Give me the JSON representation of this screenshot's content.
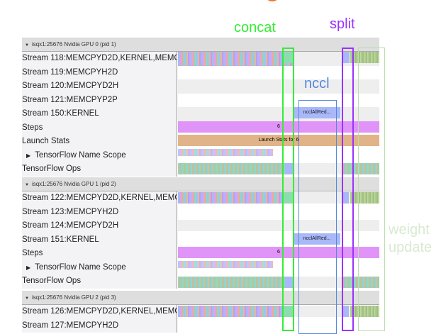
{
  "groups": [
    {
      "header": "isqx1:25676 Nvidia GPU 0 (pid 1)",
      "rows": [
        "Stream 118:MEMCPYD2D,KERNEL,MEMCPY",
        "Stream 119:MEMCPYH2D",
        "Stream 120:MEMCPYD2H",
        "Stream 121:MEMCPYP2P",
        "Stream 150:KERNEL",
        "Steps",
        "Launch Stats",
        "TensorFlow Name Scope",
        "TensorFlow Ops"
      ]
    },
    {
      "header": "isqx1:25676 Nvidia GPU 1 (pid 2)",
      "rows": [
        "Stream 122:MEMCPYD2D,KERNEL,MEMCPY",
        "Stream 123:MEMCPYH2D",
        "Stream 124:MEMCPYD2H",
        "Stream 151:KERNEL",
        "Steps",
        "TensorFlow Name Scope",
        "TensorFlow Ops"
      ]
    },
    {
      "header": "isqx1:25676 Nvidia GPU 2 (pid 3)",
      "rows": [
        "Stream 126:MEMCPYD2D,KERNEL,MEMCPY",
        "Stream 127:MEMCPYH2D"
      ]
    }
  ],
  "events": {
    "nccl": "ncclAllRed...",
    "step": "6",
    "launch_stats": "Launch Stats for 6"
  },
  "annotations": {
    "concat": "concat",
    "split": "split",
    "nccl": "nccl",
    "weight_update": "weight update"
  },
  "colors": {
    "concat": "#33ee33",
    "split": "#9933ff",
    "nccl": "#5588dd",
    "weight_update": "#bbddb0",
    "steps": "#e090f8",
    "launch": "#e0b488"
  }
}
